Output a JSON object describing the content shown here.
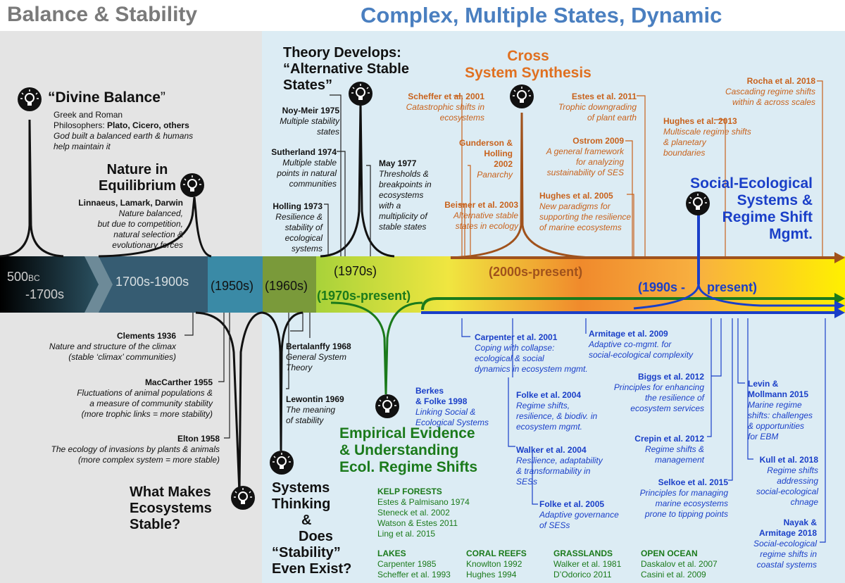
{
  "headers": {
    "left": "Balance & Stability",
    "right": "Complex, Multiple States, Dynamic"
  },
  "colors": {
    "grey": "#7a7a7a",
    "blue_title": "#4a7fc0",
    "orange": "#c8621c",
    "brown": "#a0521c",
    "green": "#1b7a1b",
    "blue": "#1a3fc8"
  },
  "timeline": {
    "eras": [
      "500BC",
      "-1700s",
      "1700s-1900s",
      "(1950s)",
      "(1960s)",
      "(1970s)",
      "(1970s-present)",
      "(2000s-present)",
      "(1990s -",
      "present)"
    ]
  },
  "themes": {
    "divine": {
      "title_a": "“Divine Balance",
      "title_b": "”",
      "l1": "Greek and Roman",
      "l2a": "Philosophers: ",
      "l2b": "Plato, Cicero, others",
      "l3": "God built a balanced earth & humans",
      "l4": "help maintain it"
    },
    "equilibrium": {
      "t1": "Nature in",
      "t2": "Equilibrium",
      "who": "Linnaeus, Lamark, Darwin",
      "l1": "Nature balanced,",
      "l2": "but due to competition,",
      "l3": "natural selection &",
      "l4": "evolutionary forces"
    },
    "theory": {
      "t1": "Theory Develops:",
      "t2": "“Alternative Stable",
      "t3": "States”"
    },
    "cross": {
      "t1": "Cross",
      "t2": "System Synthesis"
    },
    "ses": {
      "t1": "Social-Ecological",
      "t2": "Systems &",
      "t3": "Regime Shift",
      "t4": "Mgmt."
    },
    "stable": {
      "t1": "What Makes",
      "t2": "Ecosystems",
      "t3": "Stable?"
    },
    "systems": {
      "t1": "Systems",
      "t2": "Thinking",
      "t3": "&",
      "t4": "Does",
      "t5": "“Stability”",
      "t6": "Even Exist?"
    },
    "empirical": {
      "t1": "Empirical Evidence",
      "t2": "& Understanding",
      "t3": "Ecol. Regime Shifts"
    }
  },
  "refs": {
    "noymeir": {
      "a": "Noy-Meir 1975",
      "b": "Multiple stability",
      "c": "states"
    },
    "sutherland": {
      "a": "Sutherland 1974",
      "b": "Multiple stable",
      "c": "points in natural",
      "d": "communities"
    },
    "holling": {
      "a": "Holling 1973",
      "b": "Resilience &",
      "c": "stability of",
      "d": "ecological",
      "e": "systems"
    },
    "may": {
      "a": "May 1977",
      "b": "Thresholds &",
      "c": "breakpoints in",
      "d": "ecosystems",
      "e": "with a",
      "f": "multiplicity of",
      "g": "stable states"
    },
    "scheffer": {
      "a": "Scheffer et al. 2001",
      "b": "Catastrophic shifts in",
      "c": "ecosystems"
    },
    "gunderson": {
      "a": "Gunderson &",
      "b": "Holling",
      "c": "2002",
      "d": "Panarchy"
    },
    "beisner": {
      "a": "Beisner et al. 2003",
      "b": "Alternative stable",
      "c": "states in ecology"
    },
    "estes": {
      "a": "Estes et al. 2011",
      "b": "Trophic downgrading",
      "c": "of plant earth"
    },
    "ostrom": {
      "a": "Ostrom 2009",
      "b": "A general framework",
      "c": "for analyzing",
      "d": "sustainability of SES"
    },
    "hughes05": {
      "a": "Hughes et al. 2005",
      "b": "New paradigms for",
      "c": "supporting the resilience",
      "d": "of marine ecosystems"
    },
    "rocha": {
      "a": "Rocha et al. 2018",
      "b": "Cascading regime shifts",
      "c": "within & across scales"
    },
    "hughes13": {
      "a": "Hughes et al. 2013",
      "b": "Multiscale regime shifts",
      "c": "& planetary",
      "d": "boundaries"
    },
    "clements": {
      "a": "Clements 1936",
      "b": "Nature and structure of the climax",
      "c": "(stable ‘climax’ communities)"
    },
    "maccarther": {
      "a": "MacCarther 1955",
      "b": "Fluctuations of animal populations &",
      "c": "a measure of community stability",
      "d": "(more trophic links = more stability)"
    },
    "elton": {
      "a": "Elton 1958",
      "b": "The ecology of invasions by plants & animals",
      "c": "(more complex system = more stable)"
    },
    "bertalanffy": {
      "a": "Bertalanffy 1968",
      "b": "General System",
      "c": "Theory"
    },
    "lewontin": {
      "a": "Lewontin 1969",
      "b": "The meaning",
      "c": "of stability"
    },
    "berkes": {
      "a": "Berkes",
      "b": "& Folke 1998",
      "c": "Linking Social &",
      "d": "Ecological Systems"
    },
    "carpenter01": {
      "a": "Carpenter et al. 2001",
      "b": "Coping with collapse:",
      "c": "ecological & social",
      "d": "dynamics in ecosystem mgmt."
    },
    "armitage09": {
      "a": "Armitage et al. 2009",
      "b": "Adaptive co-mgmt. for",
      "c": "social-ecological complexity"
    },
    "folke04": {
      "a": "Folke et al. 2004",
      "b": "Regime shifts,",
      "c": "resilience, & biodiv. in",
      "d": "ecosystem mgmt."
    },
    "walker04": {
      "a": "Walker et al. 2004",
      "b": "Resilience, adaptability",
      "c": "& transformability in",
      "d": "SESs"
    },
    "folke05": {
      "a": "Folke et al. 2005",
      "b": "Adaptive governance",
      "c": "of SESs"
    },
    "biggs": {
      "a": "Biggs et al. 2012",
      "b": "Principles for enhancing",
      "c": "the resilience of",
      "d": "ecosystem services"
    },
    "crepin": {
      "a": "Crepin et al. 2012",
      "b": "Regime shifts &",
      "c": "management"
    },
    "selkoe": {
      "a": "Selkoe et al. 2015",
      "b": "Principles for managing",
      "c": "marine ecosystems",
      "d": "prone to tipping points"
    },
    "levin": {
      "a": "Levin &",
      "b": "Mollmann 2015",
      "c": "Marine regime",
      "d": "shifts: challenges",
      "e": "& opportunities",
      "f": "for EBM"
    },
    "kull": {
      "a": "Kull et al. 2018",
      "b": "Regime shifts",
      "c": "addressing",
      "d": "social-ecological",
      "e": "chnage"
    },
    "nayak": {
      "a": "Nayak &",
      "b": "Armitage 2018",
      "c": "Social-ecological",
      "d": "regime shifts in",
      "e": "coastal systems"
    }
  },
  "empirical_groups": {
    "kelp": {
      "title": "KELP FORESTS",
      "items": [
        "Estes & Palmisano 1974",
        "Steneck et al. 2002",
        "Watson & Estes 2011",
        "Ling et al. 2015"
      ]
    },
    "lakes": {
      "title": "LAKES",
      "items": [
        "Carpenter 1985",
        "Scheffer et al. 1993"
      ]
    },
    "coral": {
      "title": "CORAL REEFS",
      "items": [
        "Knowlton 1992",
        "Hughes 1994"
      ]
    },
    "grass": {
      "title": "GRASSLANDS",
      "items": [
        "Walker et al. 1981",
        "D’Odorico 2011"
      ]
    },
    "ocean": {
      "title": "OPEN OCEAN",
      "items": [
        "Daskalov et al. 2007",
        "Casini et al. 2009"
      ]
    }
  }
}
